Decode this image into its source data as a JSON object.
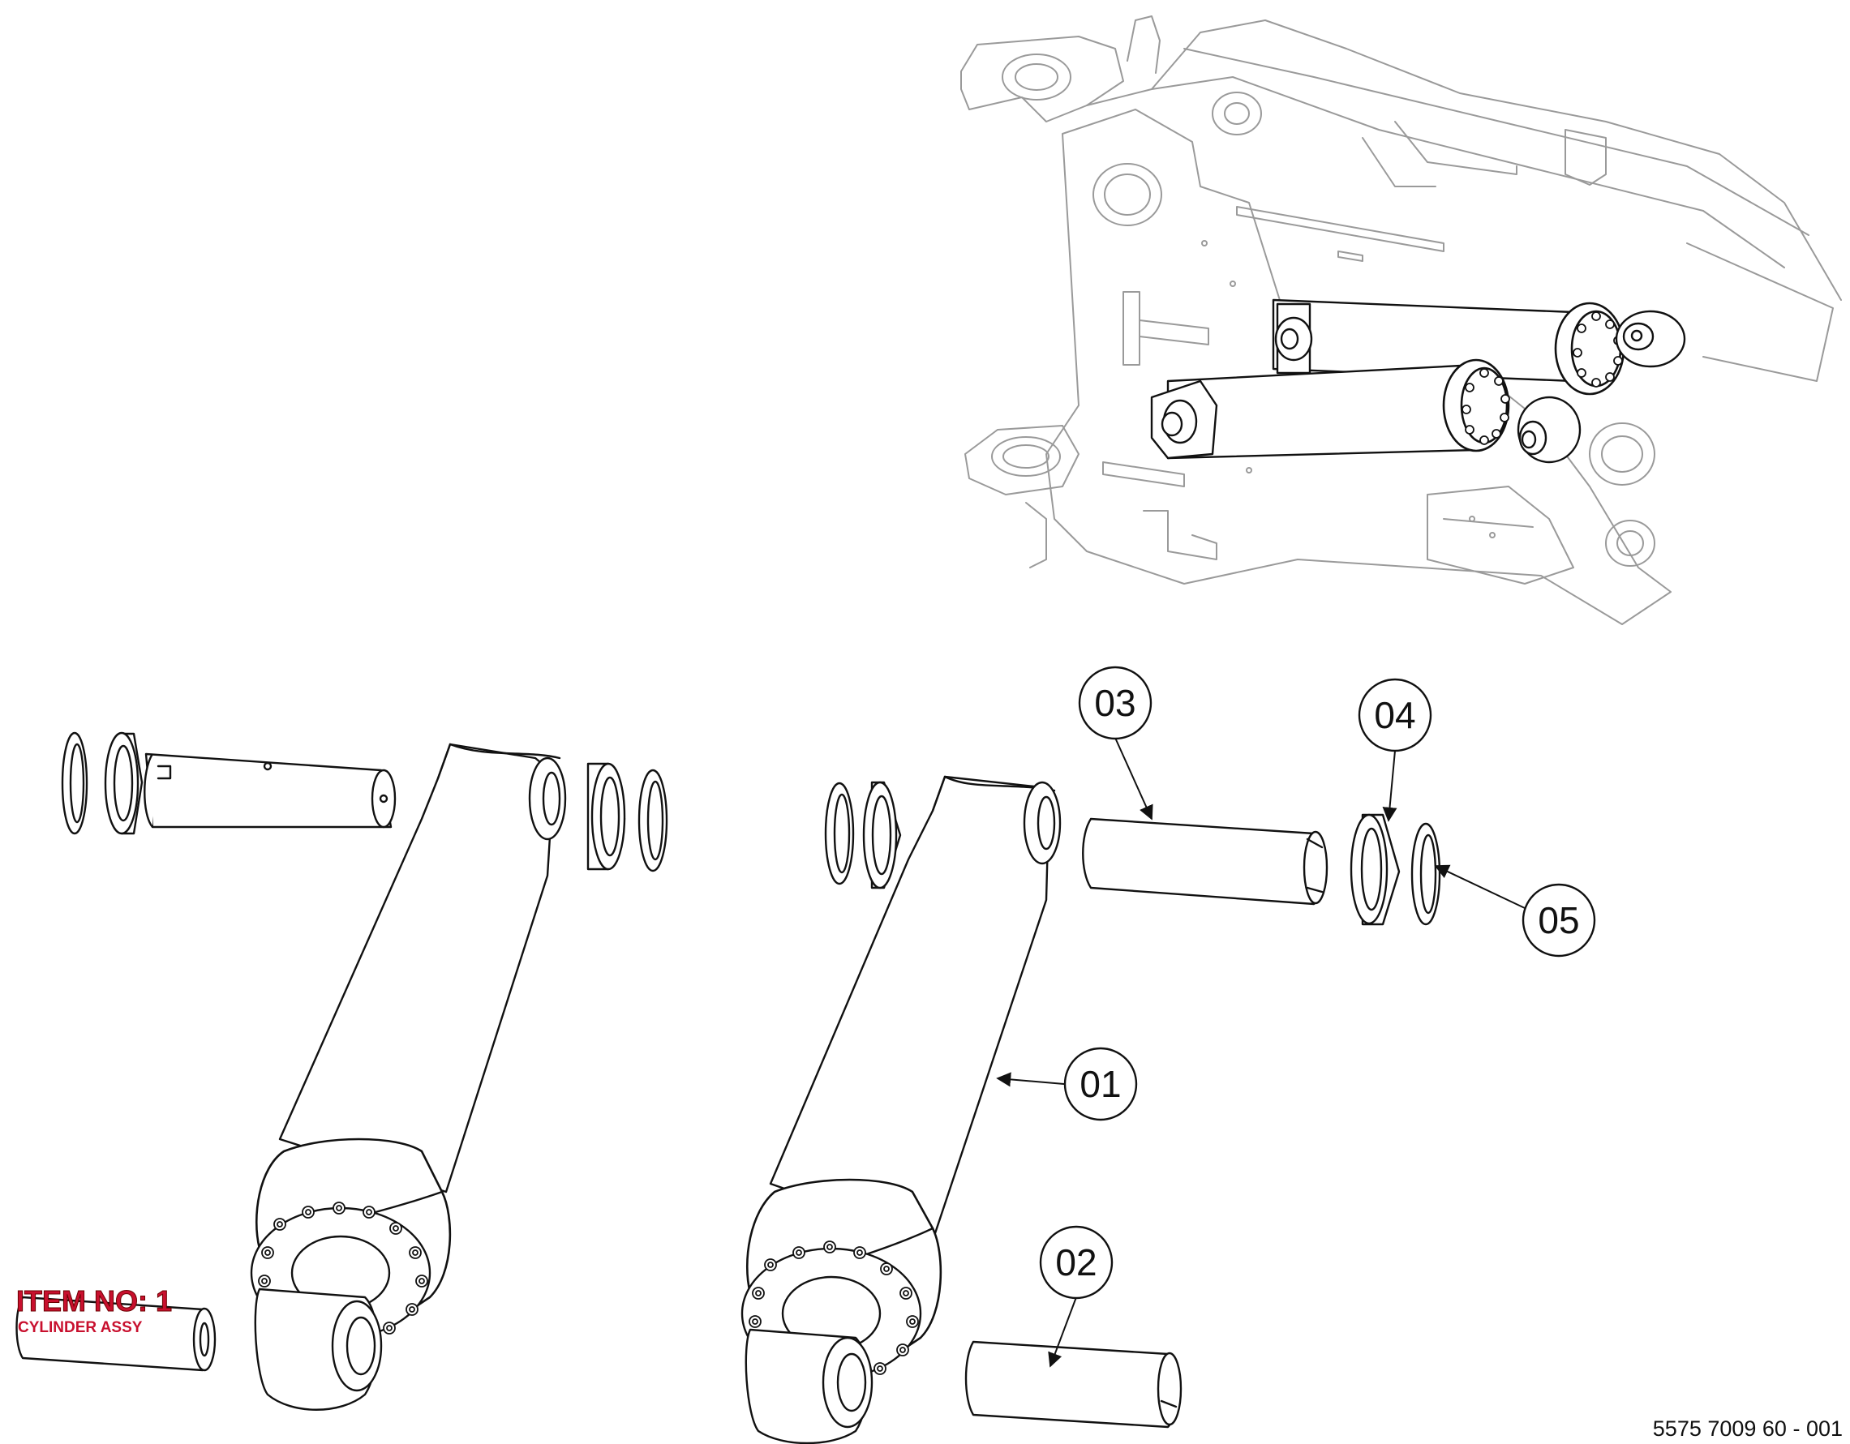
{
  "callouts": [
    {
      "label": "01"
    },
    {
      "label": "02"
    },
    {
      "label": "03"
    },
    {
      "label": "04"
    },
    {
      "label": "05"
    }
  ],
  "item": {
    "title": "ITEM NO: 1",
    "subtitle": "CYLINDER ASSY"
  },
  "document_number": "5575 7009 60 - 001",
  "colors": {
    "line": "#111111",
    "context": "#9a9a9a",
    "item_label": "#c8102e"
  }
}
